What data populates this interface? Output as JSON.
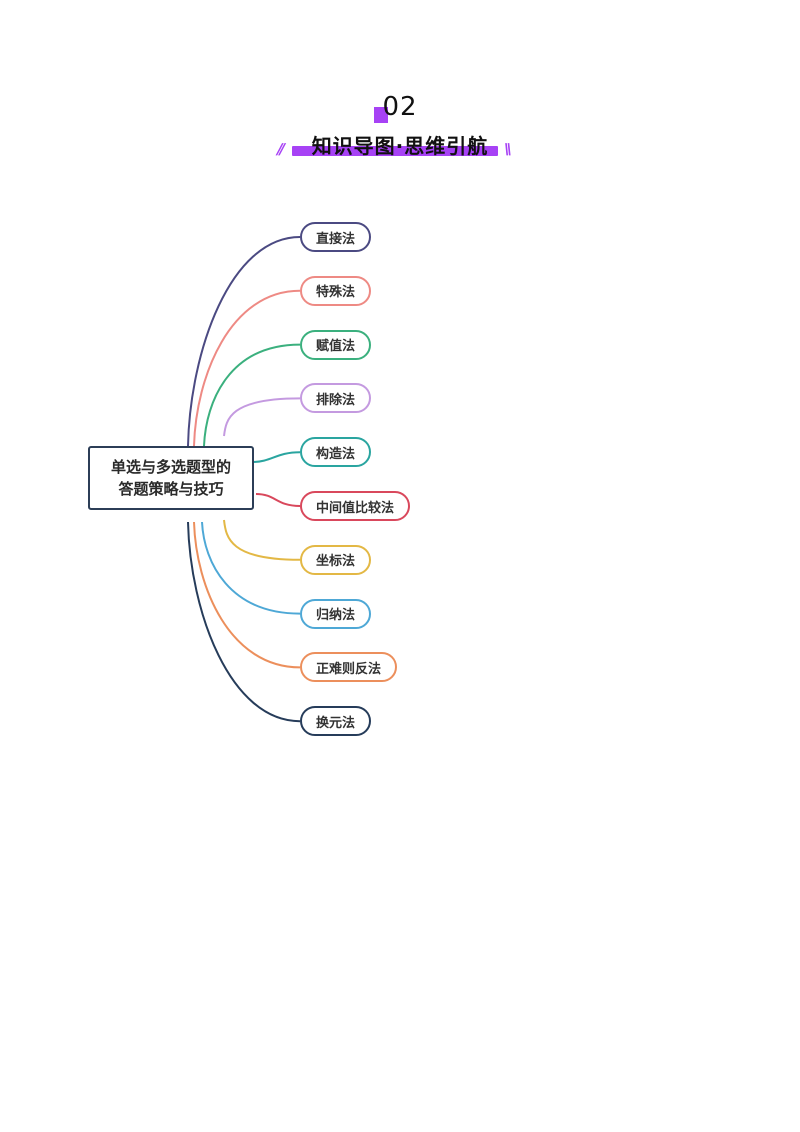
{
  "header": {
    "number": "02",
    "title": "知识导图·思维引航",
    "deco_left": "//",
    "deco_right": "\\\\"
  },
  "accent_color": "#a742f5",
  "mindmap": {
    "root": {
      "line1": "单选与多选题型的",
      "line2": "答题策略与技巧",
      "color": "#2c3e57"
    },
    "branches": [
      {
        "label": "直接法",
        "color": "#4b4a82"
      },
      {
        "label": "特殊法",
        "color": "#ee8a84"
      },
      {
        "label": "赋值法",
        "color": "#3bb07e"
      },
      {
        "label": "排除法",
        "color": "#c49ae0"
      },
      {
        "label": "构造法",
        "color": "#2aa5a0"
      },
      {
        "label": "中间值比较法",
        "color": "#d9485c"
      },
      {
        "label": "坐标法",
        "color": "#e3b845"
      },
      {
        "label": "归纳法",
        "color": "#4ea8d6"
      },
      {
        "label": "正难则反法",
        "color": "#ec8f5c"
      },
      {
        "label": "换元法",
        "color": "#263c5a"
      }
    ]
  }
}
